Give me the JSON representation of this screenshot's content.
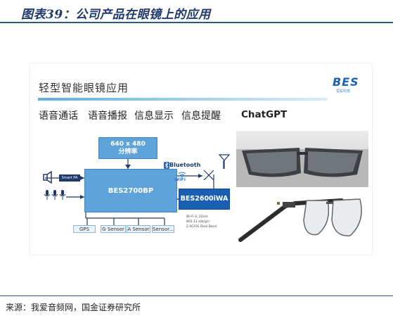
{
  "figure_title": "图表39：公司产品在眼镜上的应用",
  "source": "来源：我爱音频网，国金证券研究所",
  "slide": {
    "title": "轻型智能眼镜应用",
    "logo": {
      "main": "BES",
      "sub": "恒玄科技"
    },
    "features": [
      "语音通话",
      "语音播报",
      "信息显示",
      "信息提醒",
      "ChatGPT"
    ],
    "diagram": {
      "resolution_box": {
        "line1": "640 x 480",
        "line2": "分辨率"
      },
      "main_chip": "BES2700BP",
      "wifi_chip": "BES2600iWA",
      "bluetooth_label": "Bluetooth",
      "wifi_label": "WiFi",
      "smart_pa": "Smart PA",
      "sensors": [
        "GPS",
        "G Sensor",
        "A Sensor",
        "Sensor..."
      ],
      "wifi_specs": [
        "Wi-Fi 4, 22nm",
        "802.11 a/b/g/n",
        "2.4G/5G Dual Band"
      ]
    }
  },
  "colors": {
    "accent": "#1f3a6a",
    "chip": "#5ea3da",
    "wifi_chip": "#1b5fb3",
    "rule": "#2b5a8f"
  }
}
